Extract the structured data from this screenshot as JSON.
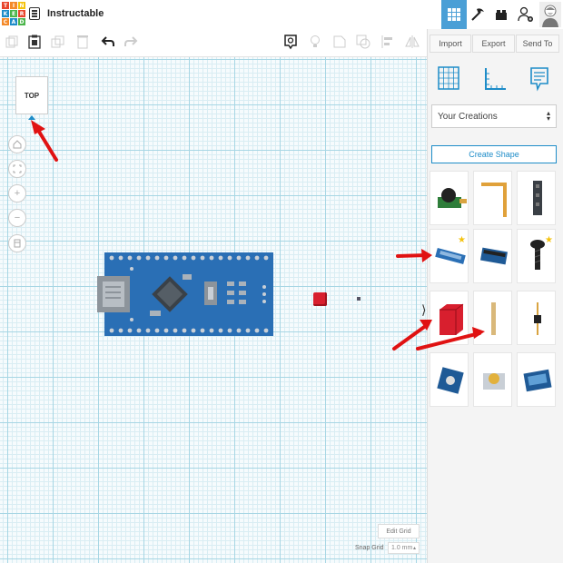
{
  "app": {
    "logo_letters": [
      "T",
      "I",
      "N",
      "K",
      "E",
      "R",
      "C",
      "A",
      "D"
    ],
    "logo_colors": [
      "#e8452c",
      "#f48a2a",
      "#f4c20d",
      "#1d8cc8",
      "#4ab54a",
      "#e8452c",
      "#f48a2a",
      "#1d8cc8",
      "#4ab54a"
    ],
    "title": "Instructable"
  },
  "header": {
    "buttons": [
      {
        "name": "3d-design-icon",
        "active": true
      },
      {
        "name": "codeblocks-icon",
        "active": false
      },
      {
        "name": "lego-brick-icon",
        "active": false
      },
      {
        "name": "user-add-icon",
        "active": false
      },
      {
        "name": "avatar",
        "active": false
      }
    ]
  },
  "toolbar": {
    "left_icons": [
      "copy-icon",
      "paste-icon",
      "duplicate-icon",
      "delete-icon",
      "undo-icon",
      "redo-icon"
    ],
    "right_icons": [
      "note-icon",
      "light-bulb-icon",
      "hole-shape-icon",
      "solid-shape-icon",
      "align-icon",
      "mirror-icon"
    ]
  },
  "actions": {
    "import": "Import",
    "export": "Export",
    "send_to": "Send To"
  },
  "viewcube": {
    "label": "TOP"
  },
  "panel": {
    "view_icons": [
      "grid-view-icon",
      "ruler-icon",
      "notes-icon"
    ],
    "shape_source": "Your Creations",
    "create_shape": "Create Shape",
    "shapes": [
      {
        "name": "buzzer-module-shape",
        "star": false
      },
      {
        "name": "bent-pin-shape",
        "star": false
      },
      {
        "name": "header-strip-shape",
        "star": false
      },
      {
        "name": "arduino-nano-shape",
        "star": true
      },
      {
        "name": "pin-header-board-shape",
        "star": false
      },
      {
        "name": "screw-shape",
        "star": true
      },
      {
        "name": "red-block-shape",
        "star": false
      },
      {
        "name": "wood-dowel-shape",
        "star": false
      },
      {
        "name": "header-pin-shape",
        "star": false
      },
      {
        "name": "sensor-board-shape",
        "star": false
      },
      {
        "name": "push-button-shape",
        "star": false
      },
      {
        "name": "blue-module-shape",
        "star": false
      }
    ]
  },
  "grid_controls": {
    "edit_grid": "Edit Grid",
    "snap_grid_label": "Snap Grid",
    "snap_grid_value": "1.0 mm"
  },
  "colors": {
    "accent": "#1d8cc8",
    "annotation": "#e01212",
    "board_blue": "#2a6fb5",
    "red_block": "#d81f2e"
  }
}
